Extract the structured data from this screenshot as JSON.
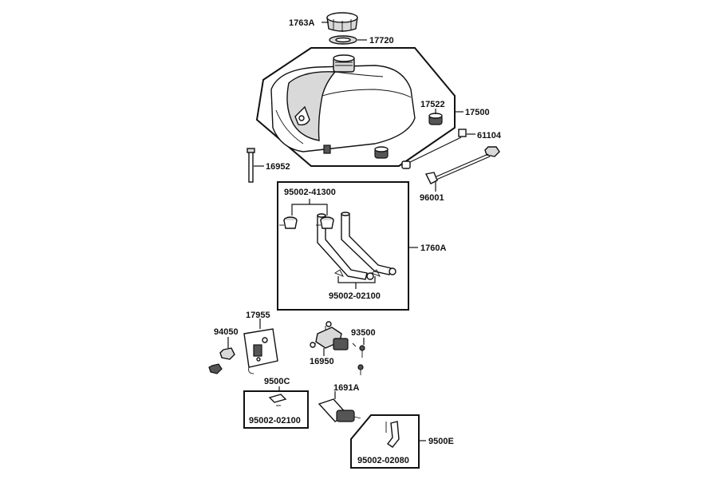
{
  "labels": {
    "cap": "1763A",
    "gasket": "17720",
    "tank": "17500",
    "grommet": "17522",
    "bolt_small": "61104",
    "pin": "16952",
    "bolt_long": "96001",
    "clamp_set": "95002-41300",
    "hose_kit": "1760A",
    "clip_set": "95002-02100",
    "bracket": "17955",
    "nut": "94050",
    "valve": "16950",
    "screw": "93500",
    "kit_c": "9500C",
    "kit_c_clip": "95002-02100",
    "filter": "1691A",
    "kit_e": "9500E",
    "kit_e_clip": "95002-02080"
  }
}
